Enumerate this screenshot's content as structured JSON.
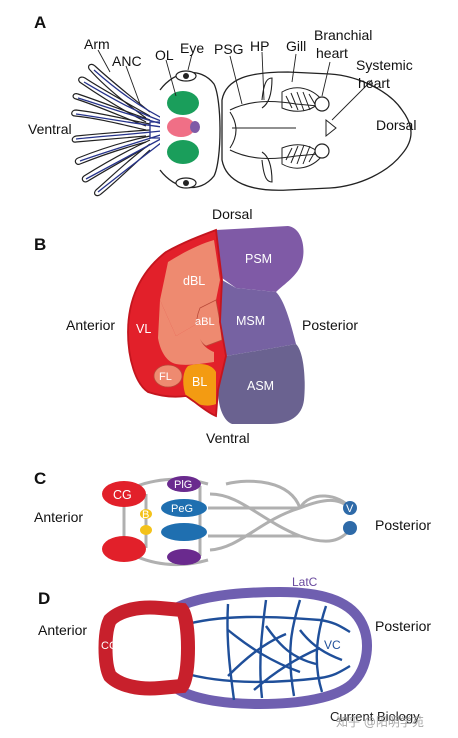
{
  "colors": {
    "green": "#1a9e5b",
    "red": "#e2202a",
    "salmon": "#ee8a70",
    "orange": "#f39b12",
    "purple": "#7f5aa6",
    "msm": "#7662a2",
    "asm": "#6a6290",
    "navy": "#26338b",
    "blue": "#2e6aa8",
    "gray": "#b0b0b0",
    "yellow": "#f4c21a",
    "pink": "#f06f86"
  },
  "panels": {
    "a": {
      "letter": "A",
      "labels": {
        "arm": "Arm",
        "anc": "ANC",
        "ol": "OL",
        "eye": "Eye",
        "psg": "PSG",
        "hp": "HP",
        "gill": "Gill",
        "branchial_1": "Branchial",
        "branchial_2": "heart",
        "systemic_1": "Systemic",
        "systemic_2": "heart",
        "ventral": "Ventral",
        "dorsal": "Dorsal"
      }
    },
    "b": {
      "letter": "B",
      "labels": {
        "dorsal": "Dorsal",
        "ventral": "Ventral",
        "anterior": "Anterior",
        "posterior": "Posterior",
        "psm": "PSM",
        "dbl": "dBL",
        "vl": "VL",
        "abl": "aBL",
        "msm": "MSM",
        "fl": "FL",
        "bl": "BL",
        "asm": "ASM"
      }
    },
    "c": {
      "letter": "C",
      "labels": {
        "anterior": "Anterior",
        "posterior": "Posterior",
        "cg": "CG",
        "pig": "PlG",
        "b": "B",
        "peg": "PeG",
        "v": "V"
      }
    },
    "d": {
      "letter": "D",
      "labels": {
        "anterior": "Anterior",
        "posterior": "Posterior",
        "latc": "LatC",
        "cc": "CC",
        "vc": "VC"
      }
    }
  },
  "credit": "Current Biology",
  "watermark": "知乎 @阳明学苑"
}
